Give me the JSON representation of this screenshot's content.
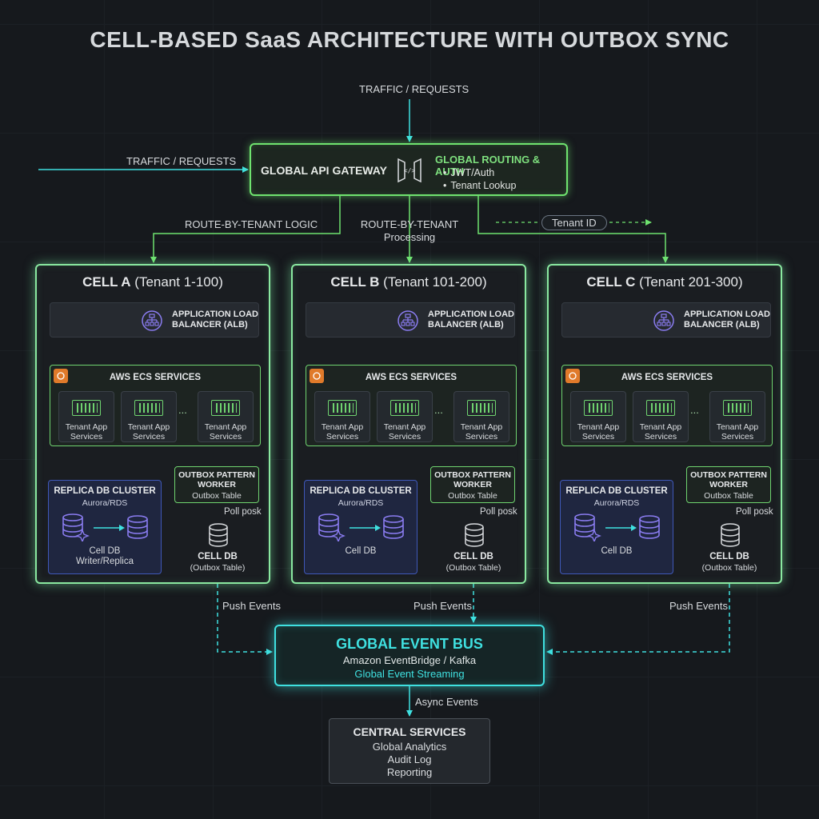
{
  "title": "CELL-BASED SaaS ARCHITECTURE WITH OUTBOX SYNC",
  "labels": {
    "traffic_top": "TRAFFIC / REQUESTS",
    "traffic_left": "TRAFFIC / REQUESTS",
    "route_left": "ROUTE-BY-TENANT LOGIC",
    "route_center_1": "ROUTE-BY-TENANT",
    "route_center_2": "Processing",
    "tenant_id": "Tenant ID",
    "push_events": "Push Events",
    "async_events": "Async Events"
  },
  "gateway": {
    "name": "GLOBAL API GATEWAY",
    "routing_title": "GLOBAL ROUTING & AUTH",
    "bullets": [
      "JWT/Auth",
      "Tenant Lookup"
    ]
  },
  "cells": [
    {
      "name": "CELL A",
      "range": "(Tenant 1-100)",
      "alb": [
        "APPLICATION LOAD",
        "BALANCER (ALB)"
      ],
      "ecs_title": "AWS ECS SERVICES",
      "services": [
        [
          "Tenant App",
          "Services"
        ],
        [
          "Tenant App",
          "Services"
        ],
        [
          "Tenant App",
          "Services"
        ]
      ],
      "ellipsis": "...",
      "outbox_worker": [
        "OUTBOX PATTERN",
        "WORKER"
      ],
      "outbox_sub": "Outbox Table",
      "poll": "Poll posk",
      "replica_title": "REPLICA DB CLUSTER",
      "replica_sub": "Aurora/RDS",
      "replica_foot": [
        "Cell DB",
        "Writer/Replica"
      ],
      "celldb_title": "CELL DB",
      "celldb_sub": "(Outbox Table)"
    },
    {
      "name": "CELL B",
      "range": "(Tenant 101-200)",
      "alb": [
        "APPLICATION LOAD",
        "BALANCER (ALB)"
      ],
      "ecs_title": "AWS ECS SERVICES",
      "services": [
        [
          "Tenant App",
          "Services"
        ],
        [
          "Tenant App",
          "Services"
        ],
        [
          "Tenant App",
          "Services"
        ]
      ],
      "ellipsis": "...",
      "outbox_worker": [
        "OUTBOX PATTERN",
        "WORKER"
      ],
      "outbox_sub": "Outbox Table",
      "poll": "Poll posk",
      "replica_title": "REPLICA DB CLUSTER",
      "replica_sub": "Aurora/RDS",
      "replica_foot": [
        "Cell DB",
        ""
      ],
      "celldb_title": "CELL DB",
      "celldb_sub": "(Outbox Table)"
    },
    {
      "name": "CELL C",
      "range": "(Tenant 201-300)",
      "alb": [
        "APPLICATION LOAD",
        "BALANCER (ALB)"
      ],
      "ecs_title": "AWS ECS SERVICES",
      "services": [
        [
          "Tenant App",
          "Services"
        ],
        [
          "Tenant App",
          "Services"
        ],
        [
          "Tenant App",
          "Services"
        ]
      ],
      "ellipsis": "...",
      "outbox_worker": [
        "OUTBOX PATTERN",
        "WORKER"
      ],
      "outbox_sub": "Outbox Table",
      "poll": "Poll posk",
      "replica_title": "REPLICA DB CLUSTER",
      "replica_sub": "Aurora/RDS",
      "replica_foot": [
        "Cell DB",
        ""
      ],
      "celldb_title": "CELL DB",
      "celldb_sub": "(Outbox Table)"
    }
  ],
  "event_bus": {
    "title": "GLOBAL EVENT BUS",
    "subtitle": "Amazon EventBridge / Kafka",
    "tagline": "Global Event Streaming"
  },
  "central": {
    "title": "CENTRAL SERVICES",
    "items": [
      "Global Analytics",
      "Audit Log",
      "Reporting"
    ]
  },
  "colors": {
    "background": "#16191d",
    "green": "#6fe36f",
    "cyan": "#3fe0e0",
    "blue_box": "#3f58b8",
    "purple_icon": "#8a7cf0",
    "orange_badge": "#e07a2a"
  }
}
